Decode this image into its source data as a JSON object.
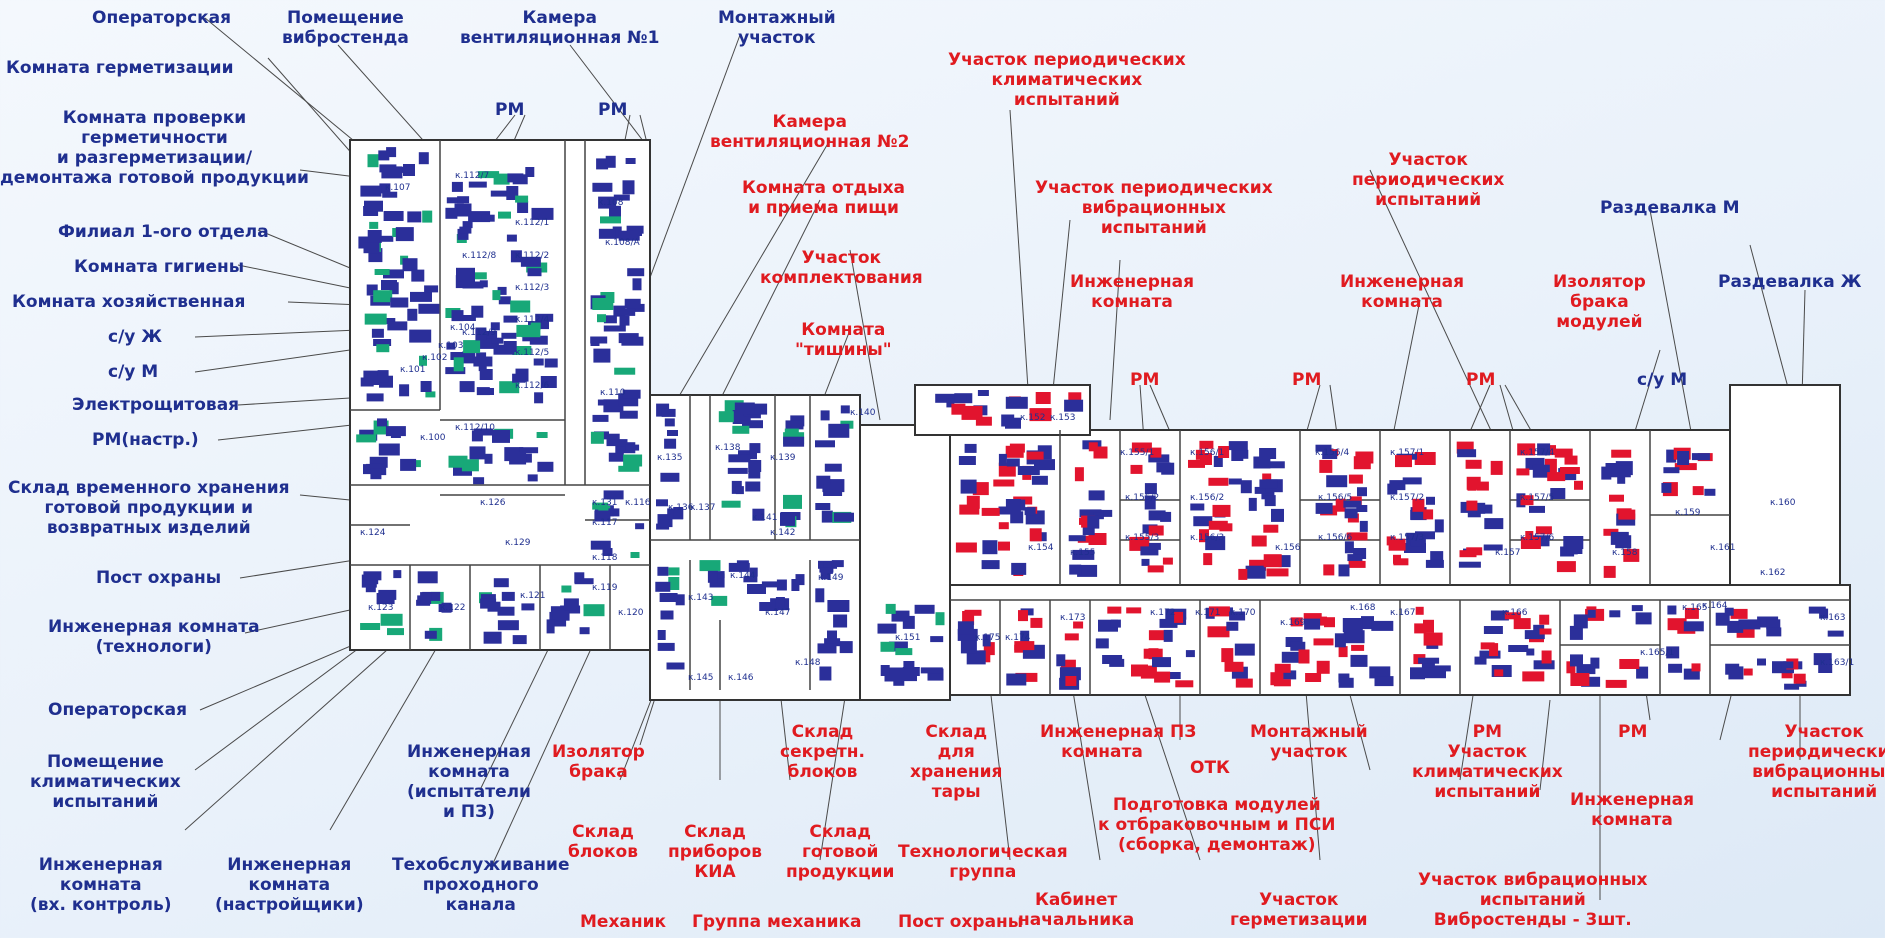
{
  "colors": {
    "blue": "#1f2f8f",
    "red": "#e01b20",
    "wall": "#333333",
    "equipment_blue": "#2b2f9a",
    "equipment_red": "#e2142e",
    "furniture_green": "#18a878"
  },
  "labels": {
    "operatorskaya_top": "Операторская",
    "pomeshchenie_vibrostenda": "Помещение\nвибростенда",
    "kamera_vent_1": "Камера\nвентиляционная №1",
    "montazhny_uchastok_top": "Монтажный\nучасток",
    "komnata_germetizatsii": "Комната герметизации",
    "komnata_proverki": "Комната проверки\nгерметичности\nи разгерметизации/\nдемонтажа готовой продукции",
    "rm_top1": "РМ",
    "rm_top2": "РМ",
    "filial": "Филиал 1-ого отдела",
    "komnata_gigieny": "Комната гигиены",
    "komnata_khoz": "Комната хозяйственная",
    "su_zh": "с/у Ж",
    "su_m_left": "с/у М",
    "elektroshchitovaya": "Электрощитовая",
    "rm_nastr": "РМ(настр.)",
    "sklad_vremennogo": "Склад временного хранения\nготовой продукции и\nвозвратных изделий",
    "post_okhrany_left": "Пост охраны",
    "inzh_tekhnologi": "Инженерная комната\n(технологи)",
    "operatorskaya_bottom": "Операторская",
    "pomeshchenie_klimat": "Помещение\nклиматических\nиспытаний",
    "inzh_vkh_kontrol": "Инженерная\nкомната\n(вх. контроль)",
    "inzh_nastroishchiki": "Инженерная\nкомната\n(настройщики)",
    "inzh_ispytateli": "Инженерная\nкомната\n(испытатели\nи ПЗ)",
    "tekhobsluzhivanie": "Техобслуживание\nпроходного\nканала",
    "kamera_vent_2": "Камера\nвентиляционная №2",
    "komnata_otdykha": "Комната отдыха\nи приема пищи",
    "uchastok_komplekt": "Участок\nкомплектования",
    "komnata_tishiny": "Комната\n\"тишины\"",
    "uchastok_period_klimat": "Участок периодических\nклиматических\nиспытаний",
    "uchastok_period_vibr": "Участок периодических\nвибрационных\nиспытаний",
    "inzh_komnata_1": "Инженерная\nкомната",
    "uchastok_period": "Участок\nпериодических\nиспытаний",
    "inzh_komnata_2": "Инженерная\nкомната",
    "razdevalka_m": "Раздевалка М",
    "izolyator_moduley": "Изолятор\nбрака\nмодулей",
    "razdevalka_zh": "Раздевалка Ж",
    "su_m_right": "с/у М",
    "rm_1": "РМ",
    "rm_2": "РМ",
    "rm_3": "РМ",
    "izolyator_braka": "Изолятор\nбрака",
    "sklad_blokov": "Склад\nблоков",
    "sklad_priborov": "Склад\nприборов\nКИА",
    "sklad_gotovoy": "Склад\nготовой\nпродукции",
    "mekhanik": "Механик",
    "gruppa_mekhanika": "Группа механика",
    "sklad_sekretn": "Склад\nсекретн.\nблоков",
    "sklad_tary": "Склад\nдля\nхранения\nтары",
    "tekhnolog_gruppa": "Технологическая\nгруппа",
    "post_okhrany_bottom": "Пост охраны",
    "inzh_komnata_3": "Инженерная\nкомната",
    "pz": "ПЗ",
    "otk": "ОТК",
    "montazhny_uchastok_bottom": "Монтажный\nучасток",
    "podgotovka": "Подготовка модулей\nк отбраковочным и ПСИ\n(сборка, демонтаж)",
    "kabinet": "Кабинет\nначальника",
    "uchastok_germet": "Участок\nгерметизации",
    "rm_klimat": "РМ\nУчасток\nклиматических\nиспытаний",
    "rm_4": "РМ",
    "inzh_komnata_4": "Инженерная\nкомната",
    "uchastok_period_vibr_right": "Участок\nпериодических\nвибрационных\nиспытаний",
    "uchastok_vibr": "Участок вибрационных\nиспытаний\nВибростенды - 3шт."
  },
  "rooms": [
    "к.107",
    "к.112/7",
    "к.112/1",
    "к.112/2",
    "к.112/3",
    "к.112/4",
    "к.112/5",
    "к.112/6",
    "к.108",
    "к.108/А",
    "к.110",
    "к.112/8",
    "к.112/9",
    "к.104",
    "к.103",
    "к.102",
    "к.101",
    "к.100",
    "к.112/10",
    "к.116",
    "к.131",
    "к.117",
    "к.118",
    "к.119",
    "к.126",
    "к.129",
    "к.124",
    "к.123",
    "к.121",
    "к.122",
    "к.120",
    "к.135",
    "к.136",
    "к.137",
    "к.138",
    "к.139",
    "к.140",
    "к.141",
    "к.142",
    "к.143",
    "к.144",
    "к.147",
    "к.149",
    "к.145",
    "к.146",
    "к.148",
    "к.151",
    "к.152",
    "к.153",
    "к.154",
    "к.155",
    "к.155/1",
    "к.155/2",
    "к.155/3",
    "к.156/1",
    "к.156/2",
    "к.156/3",
    "к.156",
    "к.156/4",
    "к.156/5",
    "к.156/6",
    "к.157/1",
    "к.157/2",
    "к.157/3",
    "к.157",
    "к.157/4",
    "к.157/5",
    "к.157/6",
    "к.158",
    "к.159",
    "к.160",
    "к.161",
    "к.162",
    "к.163",
    "к.163/1",
    "к.164",
    "к.165",
    "к.165/1",
    "к.166",
    "к.167",
    "к.168",
    "к.169",
    "к.170",
    "к.171",
    "к.172",
    "к.173",
    "к.174",
    "к.175"
  ]
}
